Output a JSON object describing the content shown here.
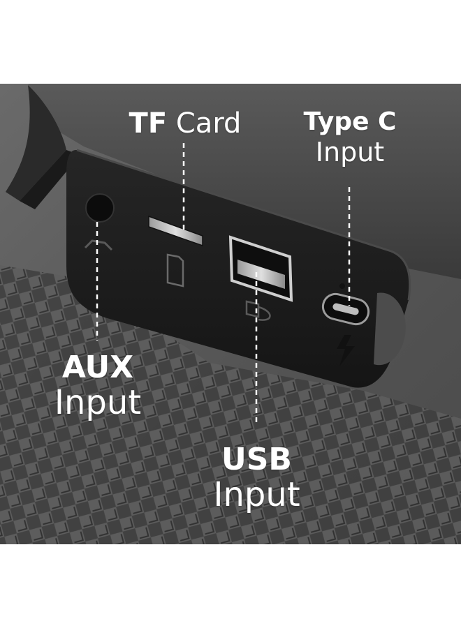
{
  "labels": {
    "tf_card": {
      "bold": "TF",
      "normal": " Card"
    },
    "type_c": {
      "line1": "Type C",
      "line2": "Input"
    },
    "aux": {
      "line1": "AUX",
      "line2": "Input"
    },
    "usb": {
      "line1": "USB",
      "line2": "Input"
    }
  },
  "colors": {
    "background": "#ffffff",
    "photo_bg": "#5b5b5b",
    "panel": "#1c1c1c",
    "label": "#ffffff"
  }
}
